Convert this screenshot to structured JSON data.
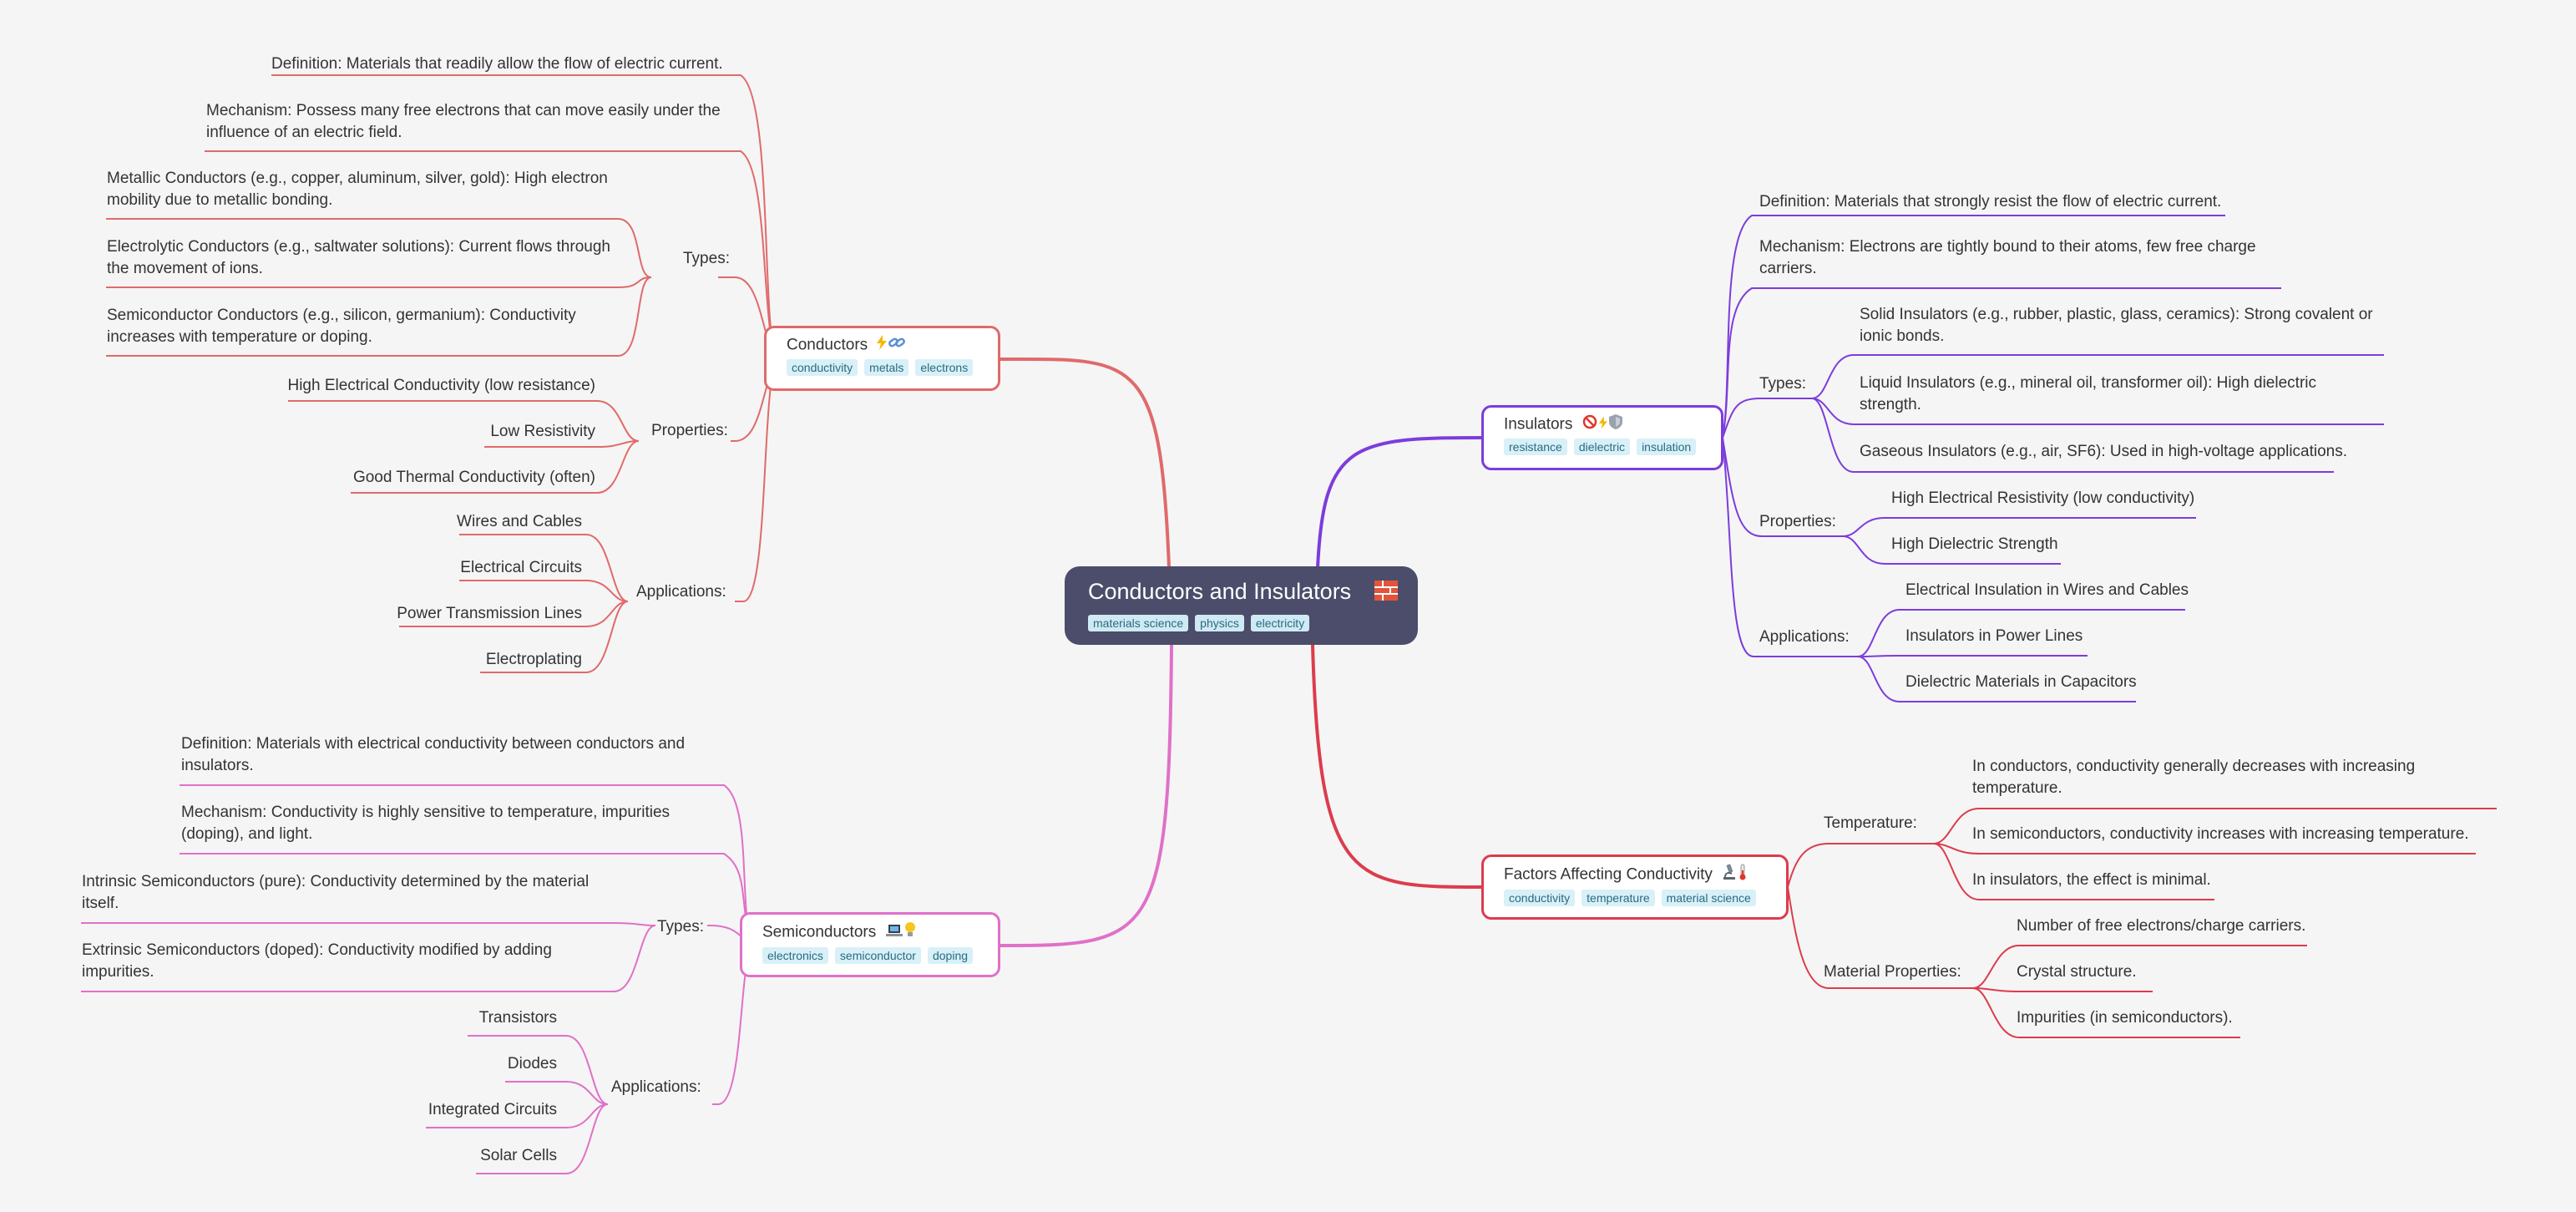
{
  "root": {
    "title": "Conductors and Insulators",
    "tags": [
      "materials science",
      "physics",
      "electricity"
    ]
  },
  "colors": {
    "conductors": "#e06a6a",
    "insulators": "#7d3cdc",
    "semiconductors": "#e070c8",
    "factors": "#dc3c4c",
    "root_bg": "#4b4d6b"
  },
  "conductors": {
    "title": "Conductors",
    "tags": [
      "conductivity",
      "metals",
      "electrons"
    ],
    "definition": "Definition: Materials that readily allow the flow of electric current.",
    "mechanism": [
      "Mechanism: Possess many free electrons that can move easily under the",
      "influence of an electric field."
    ],
    "types_label": "Types:",
    "types": [
      [
        "Metallic Conductors (e.g., copper, aluminum, silver, gold): High electron",
        "mobility due to metallic bonding."
      ],
      [
        "Electrolytic Conductors (e.g., saltwater solutions): Current flows through",
        "the movement of ions."
      ],
      [
        "Semiconductor Conductors (e.g., silicon, germanium): Conductivity",
        "increases with temperature or doping."
      ]
    ],
    "properties_label": "Properties:",
    "properties": [
      "High Electrical Conductivity (low resistance)",
      "Low Resistivity",
      "Good Thermal Conductivity (often)"
    ],
    "applications_label": "Applications:",
    "applications": [
      "Wires and Cables",
      "Electrical Circuits",
      "Power Transmission Lines",
      "Electroplating"
    ]
  },
  "insulators": {
    "title": "Insulators",
    "tags": [
      "resistance",
      "dielectric",
      "insulation"
    ],
    "definition": "Definition: Materials that strongly resist the flow of electric current.",
    "mechanism": [
      "Mechanism: Electrons are tightly bound to their atoms, few free charge",
      "carriers."
    ],
    "types_label": "Types:",
    "types": [
      [
        "Solid Insulators (e.g., rubber, plastic, glass, ceramics): Strong covalent or",
        "ionic bonds."
      ],
      [
        "Liquid Insulators (e.g., mineral oil, transformer oil): High dielectric",
        "strength."
      ],
      [
        "Gaseous Insulators (e.g., air, SF6): Used in high-voltage applications."
      ]
    ],
    "properties_label": "Properties:",
    "properties": [
      "High Electrical Resistivity (low conductivity)",
      "High Dielectric Strength"
    ],
    "applications_label": "Applications:",
    "applications": [
      "Electrical Insulation in Wires and Cables",
      "Insulators in Power Lines",
      "Dielectric Materials in Capacitors"
    ]
  },
  "semiconductors": {
    "title": "Semiconductors",
    "tags": [
      "electronics",
      "semiconductor",
      "doping"
    ],
    "definition": [
      "Definition: Materials with electrical conductivity between conductors and",
      "insulators."
    ],
    "mechanism": [
      "Mechanism: Conductivity is highly sensitive to temperature, impurities",
      "(doping), and light."
    ],
    "types_label": "Types:",
    "types": [
      [
        "Intrinsic Semiconductors (pure): Conductivity determined by the material",
        "itself."
      ],
      [
        "Extrinsic Semiconductors (doped): Conductivity modified by adding",
        "impurities."
      ]
    ],
    "applications_label": "Applications:",
    "applications": [
      "Transistors",
      "Diodes",
      "Integrated Circuits",
      "Solar Cells"
    ]
  },
  "factors": {
    "title": "Factors Affecting Conductivity",
    "tags": [
      "conductivity",
      "temperature",
      "material science"
    ],
    "temperature_label": "Temperature:",
    "temperature": [
      [
        "In conductors, conductivity generally decreases with increasing",
        "temperature."
      ],
      [
        "In semiconductors, conductivity increases with increasing temperature."
      ],
      [
        "In insulators, the effect is minimal."
      ]
    ],
    "material_label": "Material Properties:",
    "material": [
      "Number of free electrons/charge carriers.",
      "Crystal structure.",
      "Impurities (in semiconductors)."
    ]
  }
}
